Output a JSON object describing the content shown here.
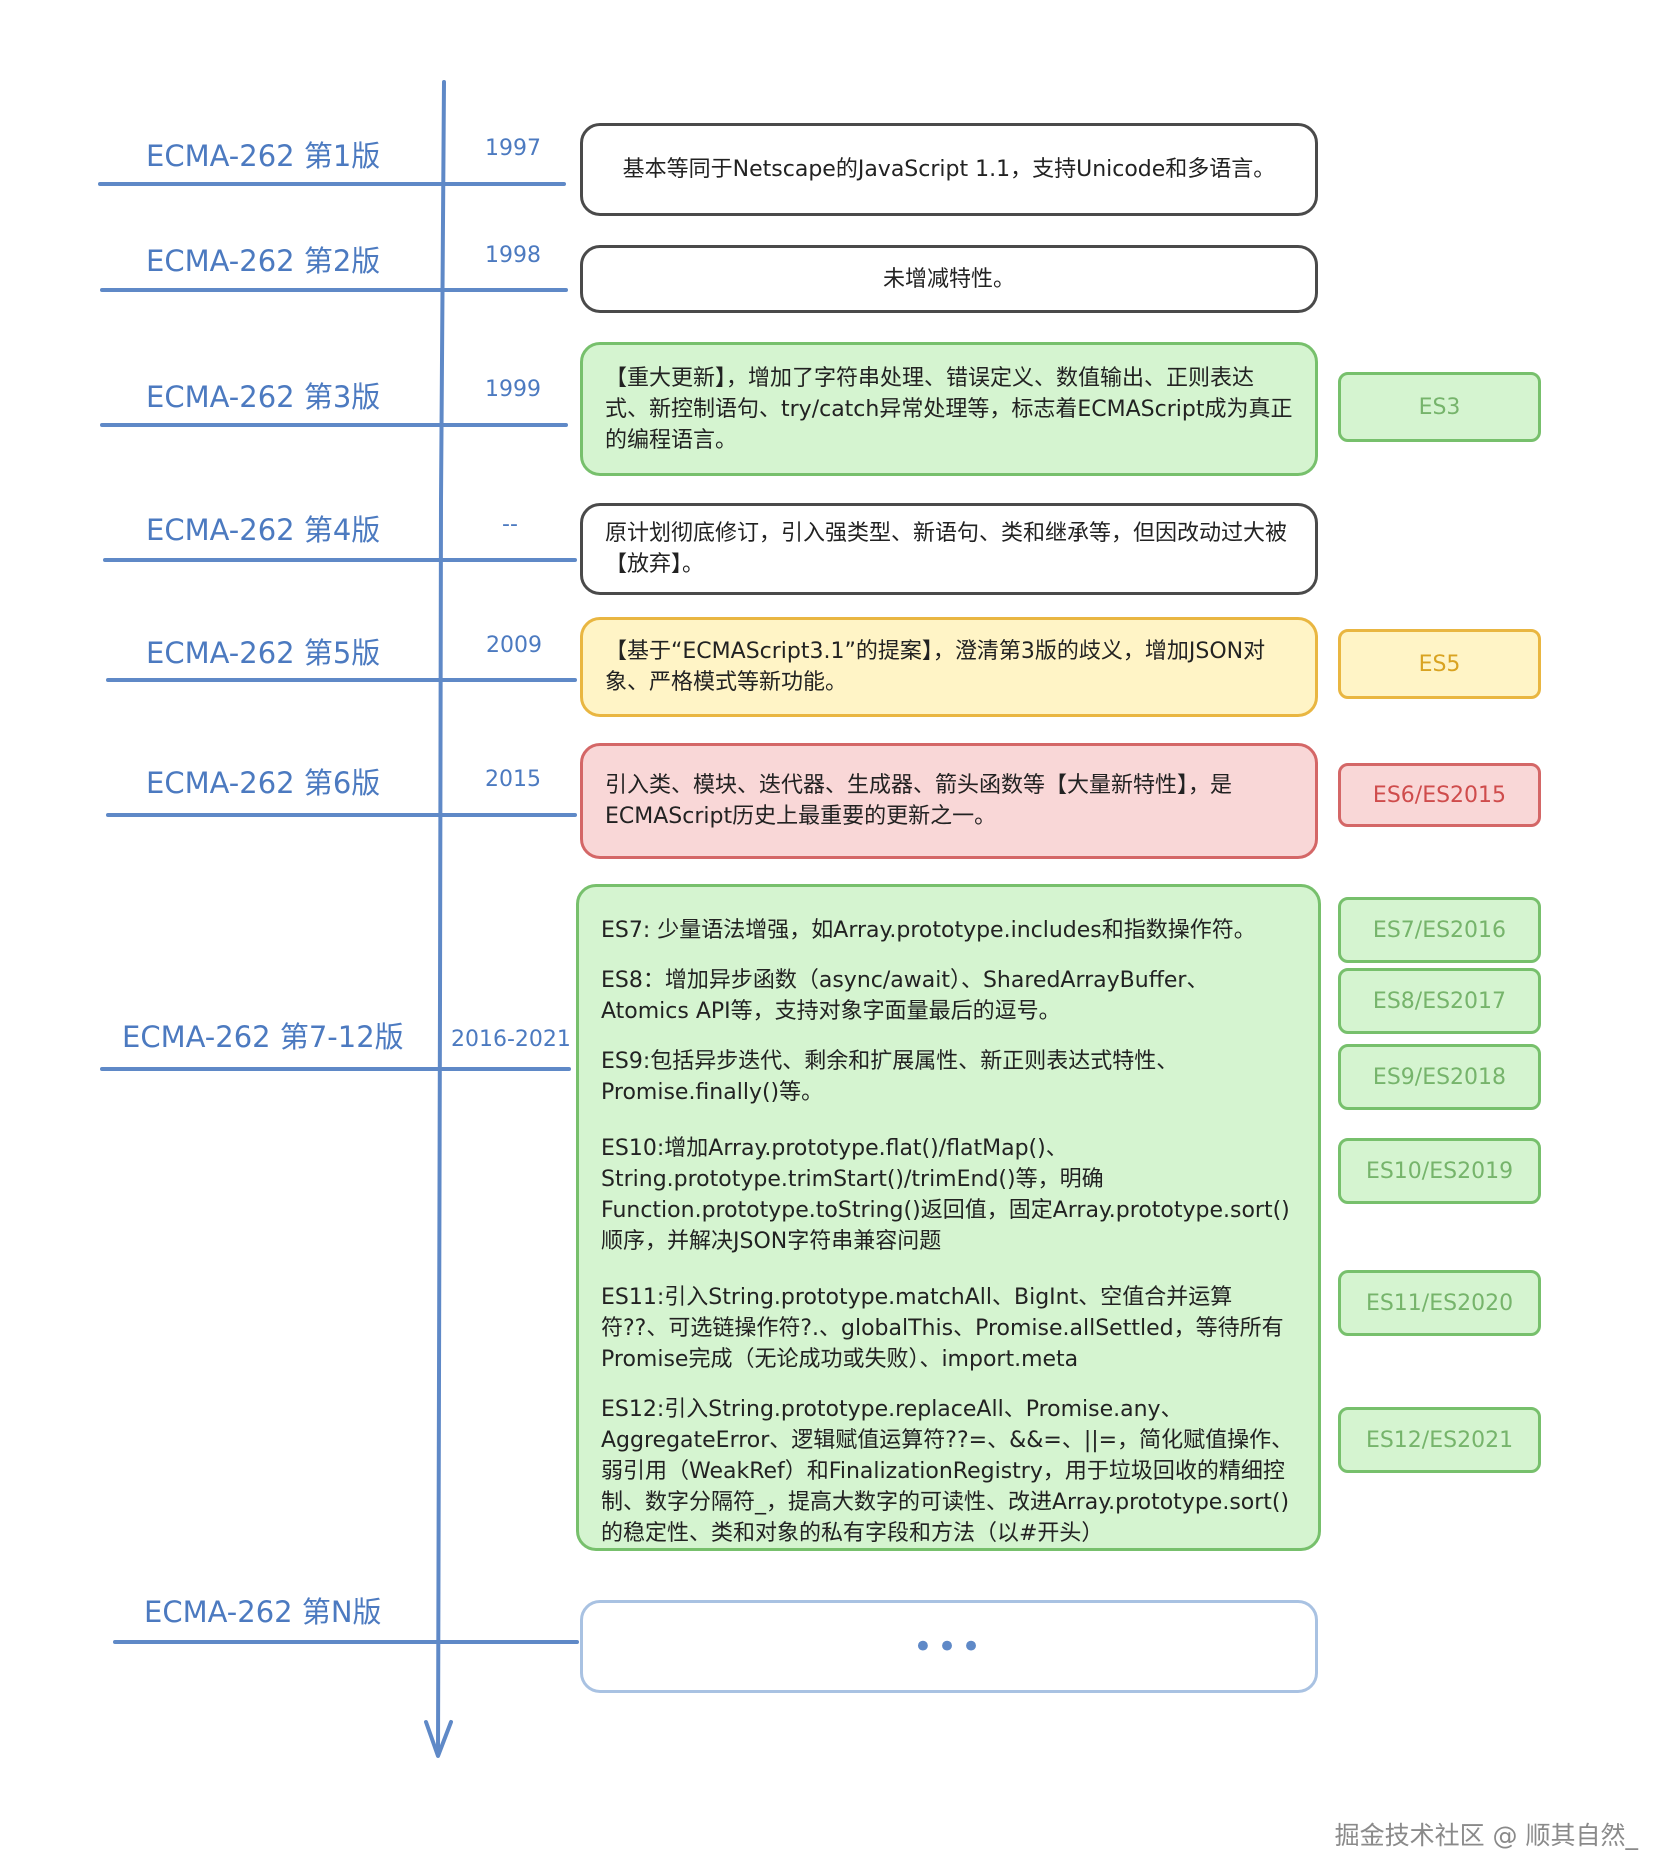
{
  "editions": [
    {
      "label": "ECMA-262 第1版",
      "year": "1997",
      "text": "基本等同于Netscape的JavaScript 1.1，支持Unicode和多语言。"
    },
    {
      "label": "ECMA-262 第2版",
      "year": "1998",
      "text": "未增减特性。"
    },
    {
      "label": "ECMA-262 第3版",
      "year": "1999",
      "text": "【重大更新】，增加了字符串处理、错误定义、数值输出、正则表达式、新控制语句、try/catch异常处理等，标志着ECMAScript成为真正的编程语言。",
      "tag": "ES3"
    },
    {
      "label": "ECMA-262 第4版",
      "year": "--",
      "text": "原计划彻底修订，引入强类型、新语句、类和继承等，但因改动过大被【放弃】。"
    },
    {
      "label": "ECMA-262 第5版",
      "year": "2009",
      "text": "【基于“ECMAScript3.1”的提案】，澄清第3版的歧义，增加JSON对象、严格模式等新功能。",
      "tag": "ES5"
    },
    {
      "label": "ECMA-262 第6版",
      "year": "2015",
      "text": "引入类、模块、迭代器、生成器、箭头函数等【大量新特性】，是ECMAScript历史上最重要的更新之一。",
      "tag": "ES6/ES2015"
    },
    {
      "label": "ECMA-262 第7-12版",
      "year": "2016-2021"
    },
    {
      "label": "ECMA-262 第N版",
      "text": "•••"
    }
  ],
  "es7_12": [
    {
      "text": "ES7: 少量语法增强，如Array.prototype.includes和指数操作符。",
      "tag": "ES7/ES2016"
    },
    {
      "text": "ES8：增加异步函数（async/await）、SharedArrayBuffer、Atomics API等，支持对象字面量最后的逗号。",
      "tag": "ES8/ES2017"
    },
    {
      "text": "ES9:包括异步迭代、剩余和扩展属性、新正则表达式特性、Promise.finally()等。",
      "tag": "ES9/ES2018"
    },
    {
      "text": "ES10:增加Array.prototype.flat()/flatMap()、String.prototype.trimStart()/trimEnd()等，明确Function.prototype.toString()返回值，固定Array.prototype.sort()顺序，并解决JSON字符串兼容问题",
      "tag": "ES10/ES2019"
    },
    {
      "text": "ES11:引入String.prototype.matchAll、BigInt、空值合并运算符??、可选链操作符?.、globalThis、Promise.allSettled，等待所有Promise完成（无论成功或失败）、import.meta",
      "tag": "ES11/ES2020"
    },
    {
      "text": "ES12:引入String.prototype.replaceAll、Promise.any、AggregateError、逻辑赋值运算符??=、&&=、||=，简化赋值操作、弱引用（WeakRef）和FinalizationRegistry，用于垃圾回收的精细控制、数字分隔符_，提高大数字的可读性、改进Array.prototype.sort()的稳定性、类和对象的私有字段和方法（以#开头）",
      "tag": "ES12/ES2021"
    }
  ],
  "watermark": "掘金技术社区 @ 顺其自然_",
  "colors": {
    "timeline": "#5f89c7",
    "green": "#77c06c",
    "yellow": "#e9b641",
    "red": "#d46767"
  }
}
